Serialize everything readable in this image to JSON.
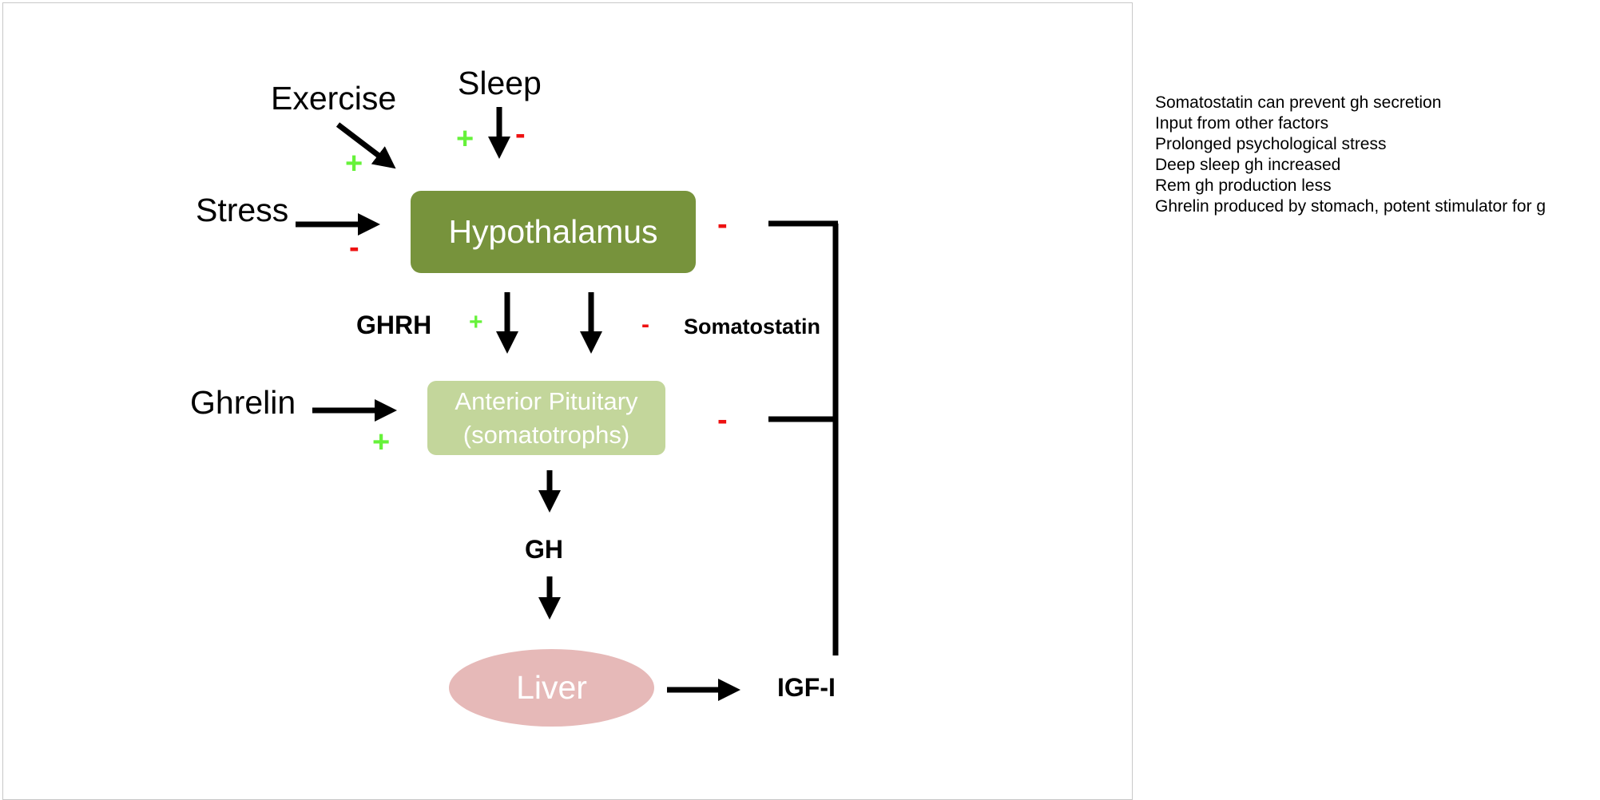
{
  "diagram": {
    "inputs": {
      "exercise": "Exercise",
      "sleep": "Sleep",
      "stress": "Stress",
      "ghrelin": "Ghrelin"
    },
    "nodes": {
      "hypothalamus": "Hypothalamus",
      "anterior_pituitary_line1": "Anterior Pituitary",
      "anterior_pituitary_line2": "(somatotrophs)",
      "liver": "Liver"
    },
    "hormones": {
      "ghrh": "GHRH",
      "somatostatin": "Somatostatin",
      "gh": "GH",
      "igf": "IGF-I"
    },
    "signs": {
      "plus": "+",
      "minus": "-"
    },
    "colors": {
      "hypothalamus": "#77933c",
      "anterior_pituitary": "#c3d69b",
      "liver": "#e6b9b8",
      "plus": "#66f23a",
      "minus": "#ee1111"
    }
  },
  "notes": [
    "Somatostatin can prevent gh secretion",
    "Input from other factors",
    "Prolonged psychological stress",
    "Deep sleep gh increased",
    "Rem gh production less",
    "Ghrelin produced by stomach, potent stimulator for g"
  ]
}
